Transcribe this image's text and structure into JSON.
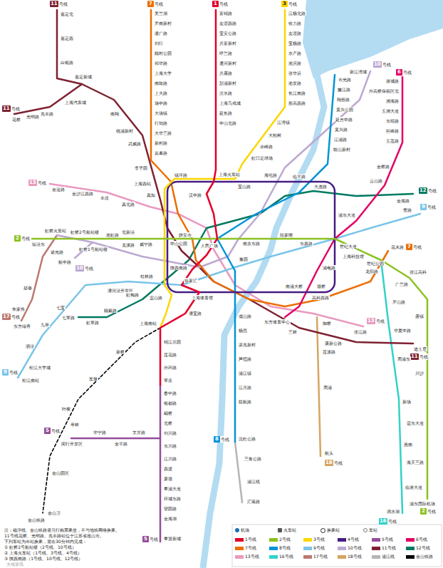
{
  "diagram": {
    "nodes": [
      {
        "text": [
          "11",
          "号线"
        ]
      },
      {
        "text": [
          "7",
          "号线"
        ]
      },
      {
        "text": [
          "1",
          "号线"
        ]
      },
      {
        "text": [
          "3",
          "号线"
        ]
      },
      {
        "text": [
          "10",
          "号线"
        ]
      },
      {
        "text": [
          "6",
          "号线"
        ]
      },
      {
        "text": [
          "11",
          "号线"
        ]
      },
      {
        "text": [
          "13",
          "号线"
        ]
      },
      {
        "text": [
          "2",
          "号线"
        ]
      },
      {
        "text": [
          "10",
          "号线"
        ]
      },
      {
        "text": [
          "12",
          "号线"
        ]
      },
      {
        "text": [
          "9",
          "号线"
        ]
      },
      {
        "text": [
          "7",
          "号线"
        ]
      },
      {
        "text": [
          "13",
          "号线"
        ]
      },
      {
        "text": [
          "11",
          "号线"
        ]
      },
      {
        "text": [
          "16",
          "号线"
        ]
      },
      {
        "text": [
          "2",
          "号线"
        ]
      },
      {
        "text": [
          "9",
          "号线"
        ]
      },
      {
        "text": [
          "17",
          "号线"
        ]
      },
      {
        "text": [
          "5",
          "号线"
        ]
      },
      {
        "text": [
          "5",
          "号线"
        ]
      },
      {
        "text": [
          "8",
          "号线"
        ]
      },
      {
        "text": [
          "18",
          "号线"
        ]
      }
    ],
    "labels": [
      "富锦路",
      "友谊西路",
      "宝安公路",
      "共富新村",
      "呼兰路",
      "通河新村",
      "共康路",
      "彭浦新村",
      "汶水路",
      "上海马戏城",
      "延长路",
      "中山北路",
      "上海火车站",
      "汉中路",
      "人民广场",
      "静安寺",
      "中山公园",
      "南京东路",
      "豫园",
      "陆家嘴",
      "东昌路",
      "世纪大道",
      "徐家汇",
      "上海体育馆",
      "宜山路",
      "漕宝路",
      "上海南站",
      "锦江乐园",
      "莲花路",
      "外环路",
      "莘庄",
      "美兰湖",
      "罗南新村",
      "潘广路",
      "刘行",
      "顾村公园",
      "祁华路",
      "上海大学",
      "南陈路",
      "上大路",
      "场中路",
      "大场镇",
      "行知路",
      "大华三路",
      "新村路",
      "岚皋路",
      "镇坪路",
      "江杨北路",
      "铁力路",
      "友谊路",
      "宝杨路",
      "水产路",
      "淞滨路",
      "张华浜",
      "淞发路",
      "长江南路",
      "殷高西路",
      "江湾镇",
      "大柏树",
      "赤峰路",
      "虹口足球场",
      "宝山路",
      "海伦路",
      "临平路",
      "大连路",
      "市光路",
      "嫩江路",
      "翔殷路",
      "黄兴公园",
      "延吉中路",
      "黄兴路",
      "江浦路",
      "鞍山新村",
      "新江湾城",
      "港城路",
      "外高桥保税区北",
      "洲海路",
      "五洲大道",
      "东靖路",
      "巨峰路",
      "五莲路",
      "金桥路",
      "云山路",
      "浦东大道",
      "金海路",
      "曹路",
      "嘉定北",
      "嘉定西",
      "白银路",
      "嘉定新城",
      "上海汽车城",
      "花桥",
      "光明路",
      "兆丰路",
      "南翔",
      "桃浦新村",
      "武威路",
      "李子园",
      "上海西站",
      "真如",
      "金运路",
      "金沙江西路",
      "丰庄",
      "真北路",
      "徐泾东",
      "虹桥火车站",
      "虹桥2号航站楼",
      "淞虹路",
      "北新泾",
      "威宁路",
      "虹桥1号航站楼",
      "龙溪路",
      "航中路",
      "诸光路",
      "赵巷",
      "朱家角",
      "东方绿舟",
      "七宝",
      "九亭",
      "泗泾",
      "松江大学城",
      "松江南站",
      "桂林路",
      "漕河泾开发区",
      "虹梅路",
      "顾戴路",
      "七莘路",
      "虹莘路",
      "陕西南路",
      "南浦大桥",
      "塘桥",
      "浦电路",
      "高科西路",
      "上海科技馆",
      "世纪公园",
      "龙阳路",
      "张江高科",
      "广兰路",
      "花木路",
      "罗山路",
      "华夏中路",
      "周浦东",
      "新场",
      "惠南",
      "临港大道",
      "滴水湖",
      "唐镇",
      "川沙",
      "远东大道",
      "海天三路",
      "浦东国际机场",
      "迪士尼",
      "康新公路",
      "三林",
      "东方体育中心",
      "御桥",
      "莲溪路",
      "周浦",
      "航头",
      "张江路",
      "成山路",
      "杨思",
      "凌兆新村",
      "芦恒路",
      "浦江镇",
      "江月路",
      "联航路",
      "沈杜公路",
      "三鲁公路",
      "汇臻路",
      "浦江线",
      "春申路",
      "银都路",
      "颛桥",
      "北桥",
      "剑川路",
      "东川路",
      "江川路",
      "西渡",
      "萧塘",
      "奉浦大道",
      "环城东路",
      "望园路",
      "金海湖",
      "奉贤新城",
      "金平路",
      "华宁路",
      "文井路",
      "闵行开发区",
      "新桥",
      "车墩",
      "叶榭",
      "亭林",
      "金山园区",
      "金山卫",
      "金山铁路",
      "注：磁浮线、金山铁路需另行购票乘坐，不与地铁网络换乘。",
      "11号线花桥、光明路、兆丰路站位于江苏省昆山市。",
      "下列车站为出站换乘，需在30分钟内完成：",
      "① 虹桥2号航站楼（2号线、10号线）",
      "② 上海火车站（1号线、3号线、4号线）",
      "③ 陕西南路（1号线、10号线、12号线）",
      "大戏资讯"
    ],
    "legend": [
      {
        "text": "机场"
      },
      {
        "text": "火车站"
      },
      {
        "text": "换乘站"
      },
      {
        "text": "车站"
      },
      {
        "text": "1号线",
        "color": "#e3002b"
      },
      {
        "text": "2号线",
        "color": "#8cc220"
      },
      {
        "text": "3号线",
        "color": "#fcd600"
      },
      {
        "text": "4号线",
        "color": "#461d84"
      },
      {
        "text": "5号线",
        "color": "#944d9a"
      },
      {
        "text": "6号线",
        "color": "#e20265"
      },
      {
        "text": "7号线",
        "color": "#ec6e00"
      },
      {
        "text": "8号线",
        "color": "#0094d8"
      },
      {
        "text": "9号线",
        "color": "#79c5e9"
      },
      {
        "text": "10号线",
        "color": "#bca8d1"
      },
      {
        "text": "11号线",
        "color": "#7e2131"
      },
      {
        "text": "12号线",
        "color": "#007a60"
      },
      {
        "text": "13号线",
        "color": "#e999c0"
      },
      {
        "text": "16号线",
        "color": "#32d2ca"
      },
      {
        "text": "17号线",
        "color": "#bc796f"
      },
      {
        "text": "18号线",
        "color": "#d6a461"
      },
      {
        "text": "浦江线",
        "color": "#b5b5b6"
      },
      {
        "text": "金山铁路",
        "color": "#000000"
      }
    ]
  }
}
